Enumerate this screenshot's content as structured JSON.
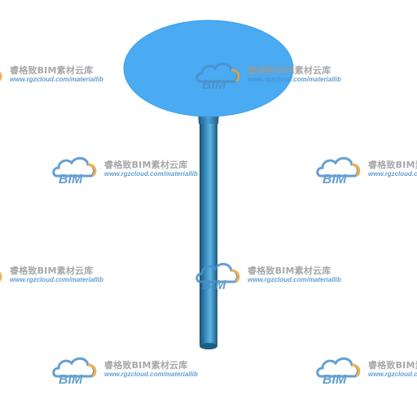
{
  "model": {
    "plate_color": "#4aaaf2",
    "plate_edge_color": "#3fa0ea",
    "stem_color_dark": "#1f5f86",
    "stem_color_mid": "#3a8fc2",
    "stem_color_light": "#5fb3e3"
  },
  "watermark": {
    "logo_text": "BIM",
    "title": "睿格致BIM素材云库",
    "url": "www.rgzcloud.com/materiallib",
    "logo_blue": "#4a8fc9",
    "logo_orange": "#f0a030",
    "text_color": "#9a9a9a"
  }
}
